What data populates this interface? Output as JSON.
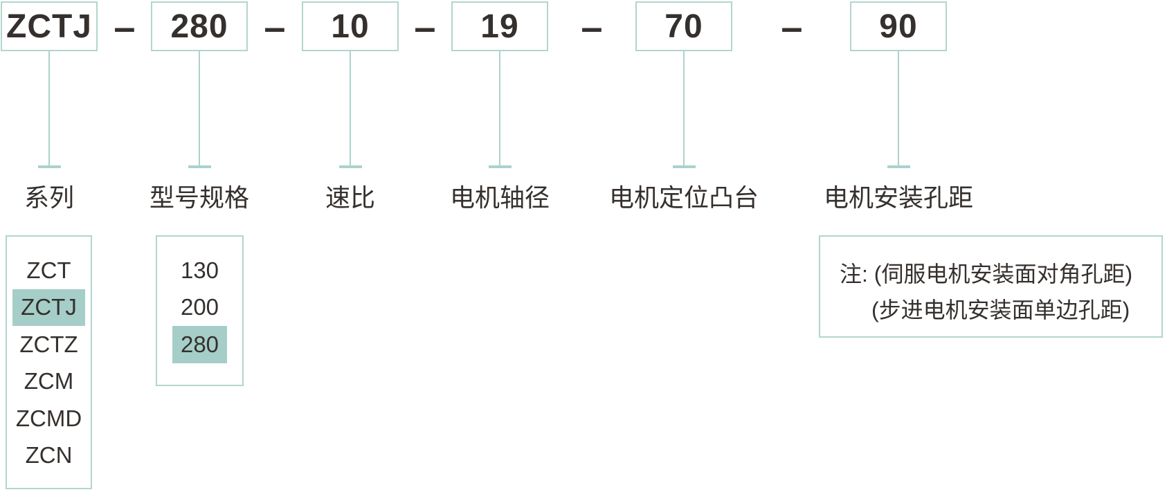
{
  "model_code": {
    "separator": "–",
    "segments": [
      {
        "value": "ZCTJ",
        "label": "系列"
      },
      {
        "value": "280",
        "label": "型号规格"
      },
      {
        "value": "10",
        "label": "速比"
      },
      {
        "value": "19",
        "label": "电机轴径"
      },
      {
        "value": "70",
        "label": "电机定位凸台"
      },
      {
        "value": "90",
        "label": "电机安装孔距"
      }
    ]
  },
  "series_options": {
    "items": [
      "ZCT",
      "ZCTJ",
      "ZCTZ",
      "ZCM",
      "ZCMD",
      "ZCN"
    ],
    "selected": "ZCTJ"
  },
  "spec_options": {
    "items": [
      "130",
      "200",
      "280"
    ],
    "selected": "280"
  },
  "note": {
    "line1": "注: (伺服电机安装面对角孔距)",
    "line2": "(步进电机安装面单边孔距)"
  },
  "colors": {
    "teal_border": "#b2d5cf",
    "teal_line": "#abd2cc",
    "highlight": "#a6cec8",
    "text_dark": "#35302d"
  }
}
